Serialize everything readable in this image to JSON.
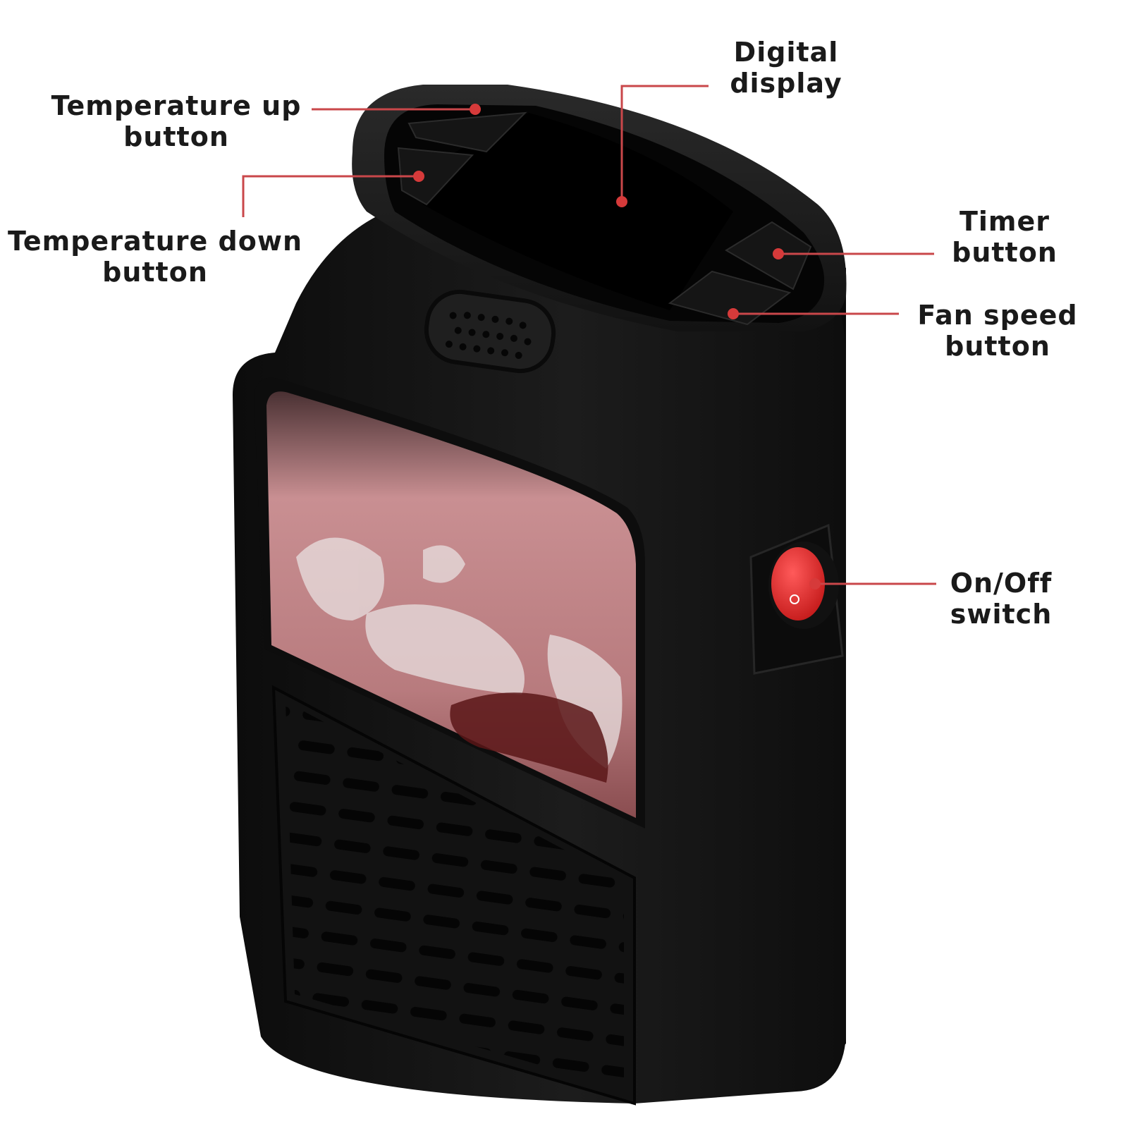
{
  "colors": {
    "background": "#ffffff",
    "leader_line": "#c9474a",
    "callout_dot": "#d63a3a",
    "heater_body": "#141414",
    "flame_window": "#c98f92",
    "power_switch": "#e3282a",
    "label_text": "#1a1a1a"
  },
  "callouts": {
    "temp_up": {
      "line1": "Temperature up",
      "line2": "button"
    },
    "temp_down": {
      "line1": "Temperature down",
      "line2": "button"
    },
    "digital_display": {
      "line1": "Digital",
      "line2": "display"
    },
    "timer": {
      "line1": "Timer",
      "line2": "button"
    },
    "fan_speed": {
      "line1": "Fan speed",
      "line2": "button"
    },
    "on_off": {
      "line1": "On/Off",
      "line2": "switch"
    }
  }
}
